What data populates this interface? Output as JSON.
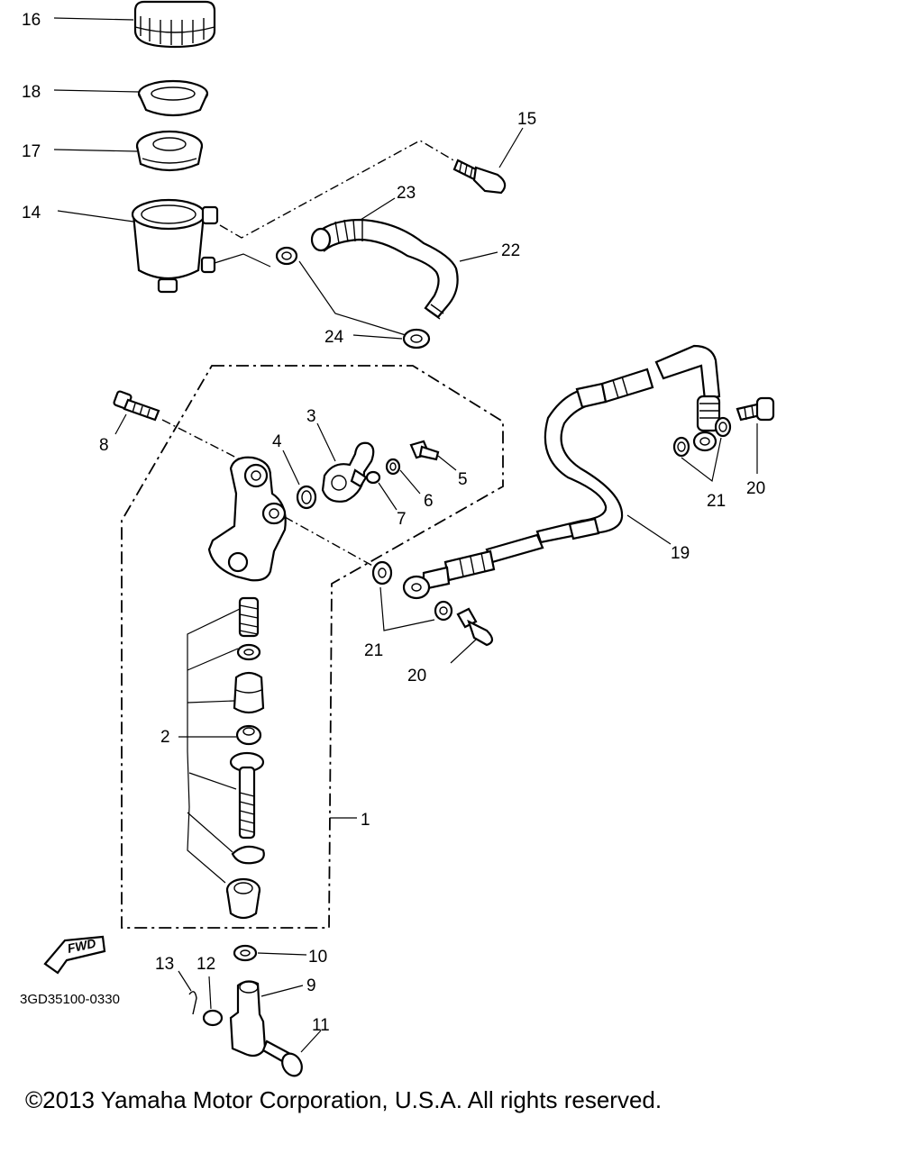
{
  "labels": {
    "l1": "1",
    "l2": "2",
    "l3": "3",
    "l4": "4",
    "l5": "5",
    "l6": "6",
    "l7": "7",
    "l8": "8",
    "l9": "9",
    "l10": "10",
    "l11": "11",
    "l12": "12",
    "l13": "13",
    "l14": "14",
    "l15": "15",
    "l16": "16",
    "l17": "17",
    "l18": "18",
    "l19": "19",
    "l20a": "20",
    "l20b": "20",
    "l21a": "21",
    "l21b": "21",
    "l22": "22",
    "l23": "23",
    "l24": "24"
  },
  "fwd_label": "FWD",
  "diagram_code": "3GD35100-0330",
  "copyright": "©2013 Yamaha Motor Corporation, U.S.A. All rights reserved."
}
